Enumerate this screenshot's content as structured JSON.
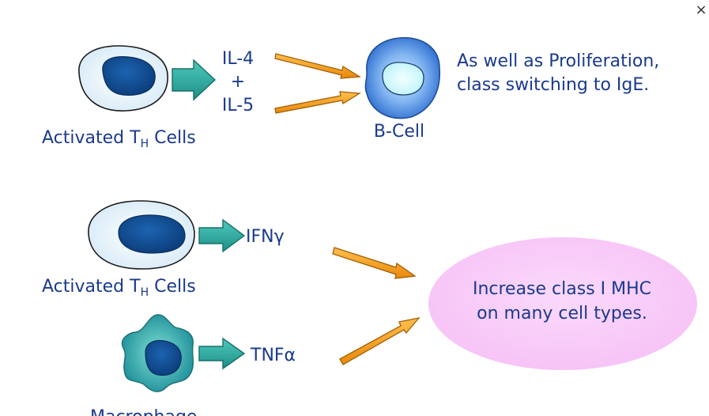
{
  "colors": {
    "text": "#1a3a8c",
    "cell_membrane_fill": "#eaf4fb",
    "cell_nucleus": "#124e96",
    "bcell_outer": "#4f8be0",
    "bcell_nucleus": "#d9fbff",
    "macrophage": "#3fb3a6",
    "teal_arrow": "#2aa69a",
    "orange_arrow": "#f5a21e",
    "target_ellipse": "#f8ccf8"
  },
  "close_icon": "×",
  "top_panel": {
    "th_cell_label": {
      "main": "Activated T",
      "sub": "H",
      "tail": " Cells"
    },
    "il4": "IL-4",
    "plus": "+",
    "il5": "IL-5",
    "bcell_label": "B-Cell",
    "result_line1": "As well as Proliferation,",
    "result_line2": "class switching to IgE."
  },
  "bottom_panel": {
    "th_cell_label": {
      "main": "Activated T",
      "sub": "H",
      "tail": " Cells"
    },
    "ifn": "IFNγ",
    "tnf": "TNFα",
    "macrophage_label": "Macrophage",
    "result_line1": "Increase class I MHC",
    "result_line2": "on many cell types."
  }
}
